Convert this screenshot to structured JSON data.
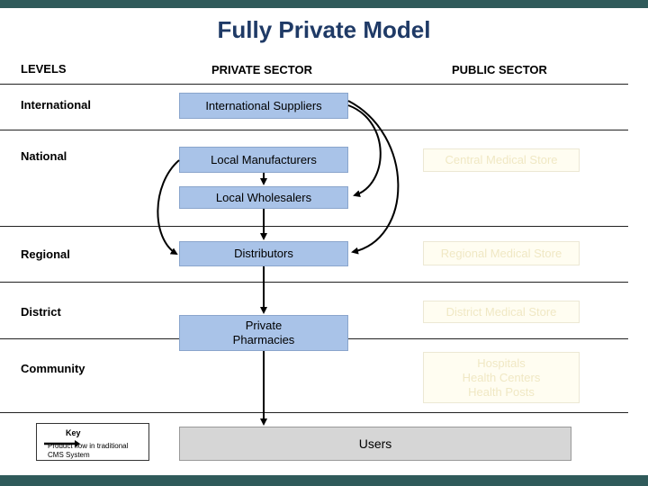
{
  "title": "Fully Private Model",
  "headers": {
    "levels": "LEVELS",
    "private_sector": "PRIVATE SECTOR",
    "public_sector": "PUBLIC SECTOR"
  },
  "levels": {
    "international": "International",
    "national": "National",
    "regional": "Regional",
    "district": "District",
    "community": "Community"
  },
  "private_boxes": {
    "international_suppliers": "International Suppliers",
    "local_manufacturers": "Local Manufacturers",
    "local_wholesalers": "Local Wholesalers",
    "distributors": "Distributors",
    "private_pharmacies_line1": "Private",
    "private_pharmacies_line2": "Pharmacies"
  },
  "public_boxes": {
    "central_medical_store": "Central Medical Store",
    "regional_medical_store": "Regional Medical Store",
    "district_medical_store": "District Medical Store",
    "hospitals": "Hospitals",
    "health_centers": "Health Centers",
    "health_posts": "Health Posts"
  },
  "users": "Users",
  "key": {
    "title": "Key",
    "line1": "Product flow in traditional",
    "line2": "CMS System"
  },
  "colors": {
    "private_box": "#a9c3e8",
    "public_box_text": "#f0e8c4",
    "users_box": "#d6d6d6",
    "title": "#1f3a66",
    "frame_bar": "#2f5a5a"
  }
}
